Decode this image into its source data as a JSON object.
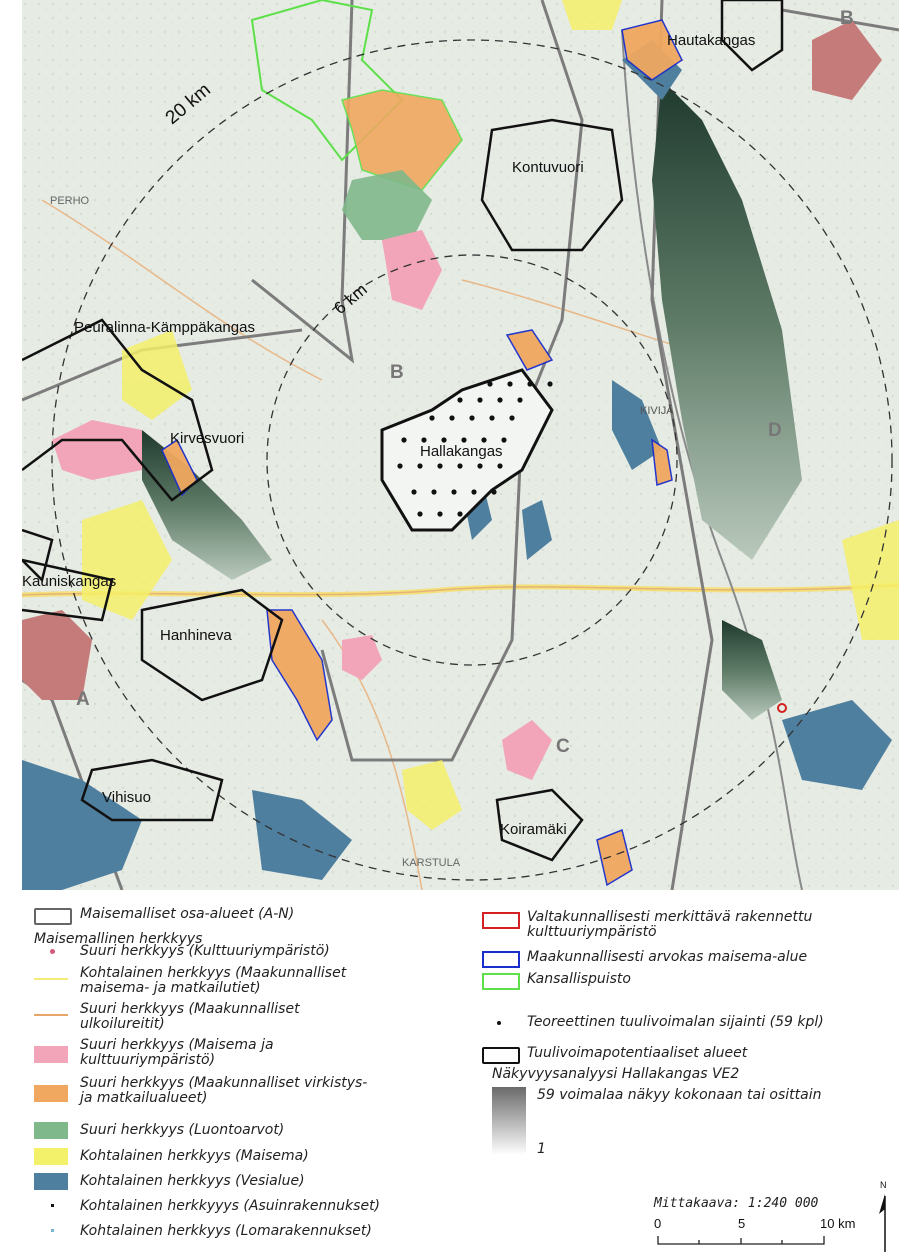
{
  "map": {
    "place_labels": [
      {
        "id": "hautakangas",
        "text": "Hautakangas"
      },
      {
        "id": "kontuvuori",
        "text": "Kontuvuori"
      },
      {
        "id": "peuralinna",
        "text": "Peuralinna-Kämppäkangas"
      },
      {
        "id": "kirvesvuori",
        "text": "Kirvesvuori"
      },
      {
        "id": "hallakangas",
        "text": "Hallakangas"
      },
      {
        "id": "kauniskangas",
        "text": "Kauniskangas"
      },
      {
        "id": "hanhineva",
        "text": "Hanhineva"
      },
      {
        "id": "vihisuo",
        "text": "Vihisuo"
      },
      {
        "id": "koiramaki",
        "text": "Koiramäki"
      },
      {
        "id": "perho",
        "text": "PERHO"
      },
      {
        "id": "karstula",
        "text": "KARSTULA"
      },
      {
        "id": "kivijarvi",
        "text": "KIVIJÄ"
      }
    ],
    "area_letters": [
      {
        "id": "A",
        "text": "A"
      },
      {
        "id": "B1",
        "text": "B"
      },
      {
        "id": "B2",
        "text": "B"
      },
      {
        "id": "C",
        "text": "C"
      },
      {
        "id": "D",
        "text": "D"
      }
    ],
    "distance_labels": {
      "r20": "20 km",
      "r6": "6 km"
    },
    "north": "N"
  },
  "legend": {
    "left": [
      {
        "label": "Maisemalliset osa-alueet (A-N)"
      },
      {
        "label": "Maisemallinen herkkyys"
      },
      {
        "label": "Suuri herkkyys (Kulttuuriympäristö)"
      },
      {
        "label": "Kohtalainen herkkyys (Maakunnalliset\nmaisema- ja matkailutiet)"
      },
      {
        "label": "Suuri herkkyys (Maakunnalliset\nulkoilureitit)"
      },
      {
        "label": "Suuri herkkyys (Maisema ja\nkulttuuriympäristö)"
      },
      {
        "label": "Suuri herkkyys (Maakunnalliset virkistys-\nja matkailualueet)"
      },
      {
        "label": "Suuri herkkyys (Luontoarvot)"
      },
      {
        "label": "Kohtalainen herkkyys (Maisema)"
      },
      {
        "label": "Kohtalainen herkkyys (Vesialue)"
      },
      {
        "label": "Kohtalainen herkkyyys (Asuinrakennukset)"
      },
      {
        "label": "Kohtalainen herkkyys (Lomarakennukset)"
      }
    ],
    "right": [
      {
        "label": "Valtakunnallisesti merkittävä rakennettu\nkulttuuriympäristö"
      },
      {
        "label": "Maakunnallisesti arvokas maisema-alue"
      },
      {
        "label": "Kansallispuisto"
      },
      {
        "label": "Teoreettinen tuulivoimalan sijainti (59 kpl)"
      },
      {
        "label": "Tuulivoimapotentiaaliset alueet"
      },
      {
        "label": "Näkyvyysanalyysi Hallakangas VE2"
      },
      {
        "label": "59 voimalaa näkyy kokonaan tai osittain"
      },
      {
        "label": "1"
      }
    ],
    "colors": {
      "culture_dot": "#d4587a",
      "road_yellow": "#f5ec7a",
      "route_orange": "#e8a56a",
      "pink_area": "#f2a5b8",
      "orange_area": "#f0a860",
      "green_area": "#7fb88a",
      "yellow_area": "#f3f06a",
      "water_area": "#4f7f9e",
      "national_red": "#d42020",
      "regional_blue": "#1a2ecc",
      "park_green": "#5ee04a"
    },
    "scale": {
      "title": "Mittakaava: 1:240 000",
      "ticks": [
        "0",
        "5",
        "10 km"
      ]
    }
  }
}
